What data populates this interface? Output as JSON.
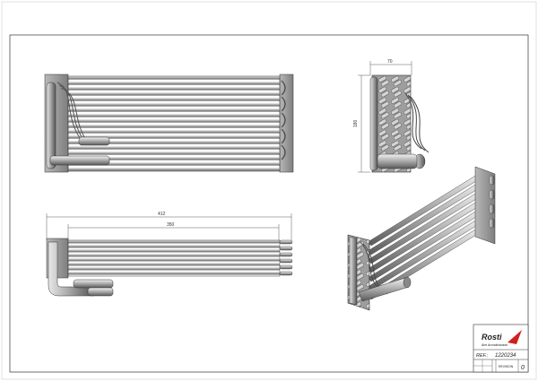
{
  "dimensions": {
    "top_width": "70",
    "side_height": "180",
    "overall_length": "412",
    "core_length": "350"
  },
  "title_block": {
    "brand": "Rosti",
    "tagline": "Aire Acondicionado",
    "ref_label": "REF.:",
    "ref_value": "1220234",
    "revision_label": "REVISION",
    "revision_value": "0"
  },
  "colors": {
    "line": "#333333",
    "metal": "#a9a9a9",
    "brand": "#1a3a8a",
    "accent": "#d02020"
  }
}
